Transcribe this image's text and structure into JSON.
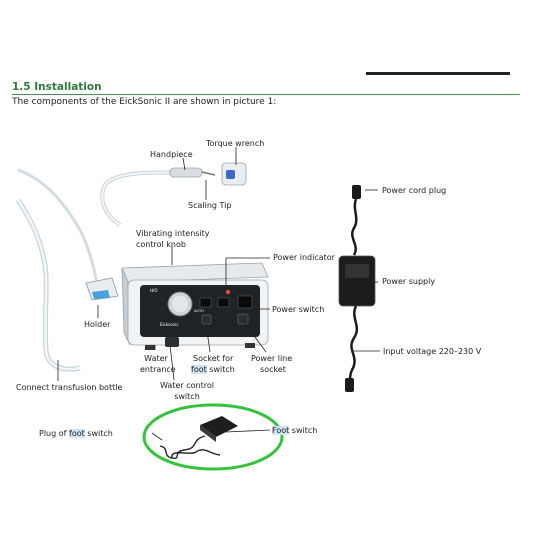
{
  "header": {
    "section_number_title": "1.5 Installation",
    "intro": "The components of the EickSonic II are shown in picture 1:"
  },
  "labels": {
    "torque_wrench": "Torque wrench",
    "handpiece": "Handpiece",
    "scaling_tip": "Scaling Tip",
    "vibrating_line1": "Vibrating intensity",
    "vibrating_line2": "control knob",
    "power_indicator": "Power indicator",
    "power_switch": "Power switch",
    "holder": "Holder",
    "water_entrance_line1": "Water",
    "water_entrance_line2": "entrance",
    "socket_line1": "Socket for",
    "socket_line2_hl": "foot",
    "socket_line2_rest": " switch",
    "power_line_line1": "Power line",
    "power_line_line2": "socket",
    "water_control_line1": "Water control",
    "water_control_line2": "switch",
    "connect_bottle": "Connect transfusion bottle",
    "plug_prefix": "Plug of ",
    "plug_hl": "foot",
    "plug_suffix": " switch",
    "foot_switch_hl": "Foot",
    "foot_switch_rest": " switch",
    "power_cord_plug": "Power cord plug",
    "power_supply": "Power supply",
    "input_voltage": "Input voltage 220–230 V"
  },
  "device_panel_text": {
    "brand": "Eicksonic",
    "left_knob_mark": "H/O",
    "right_knob_mark": "AUTO"
  },
  "colors": {
    "heading": "#2f7a3c",
    "highlight": "#cfe3f5",
    "circle": "#36c23b"
  }
}
